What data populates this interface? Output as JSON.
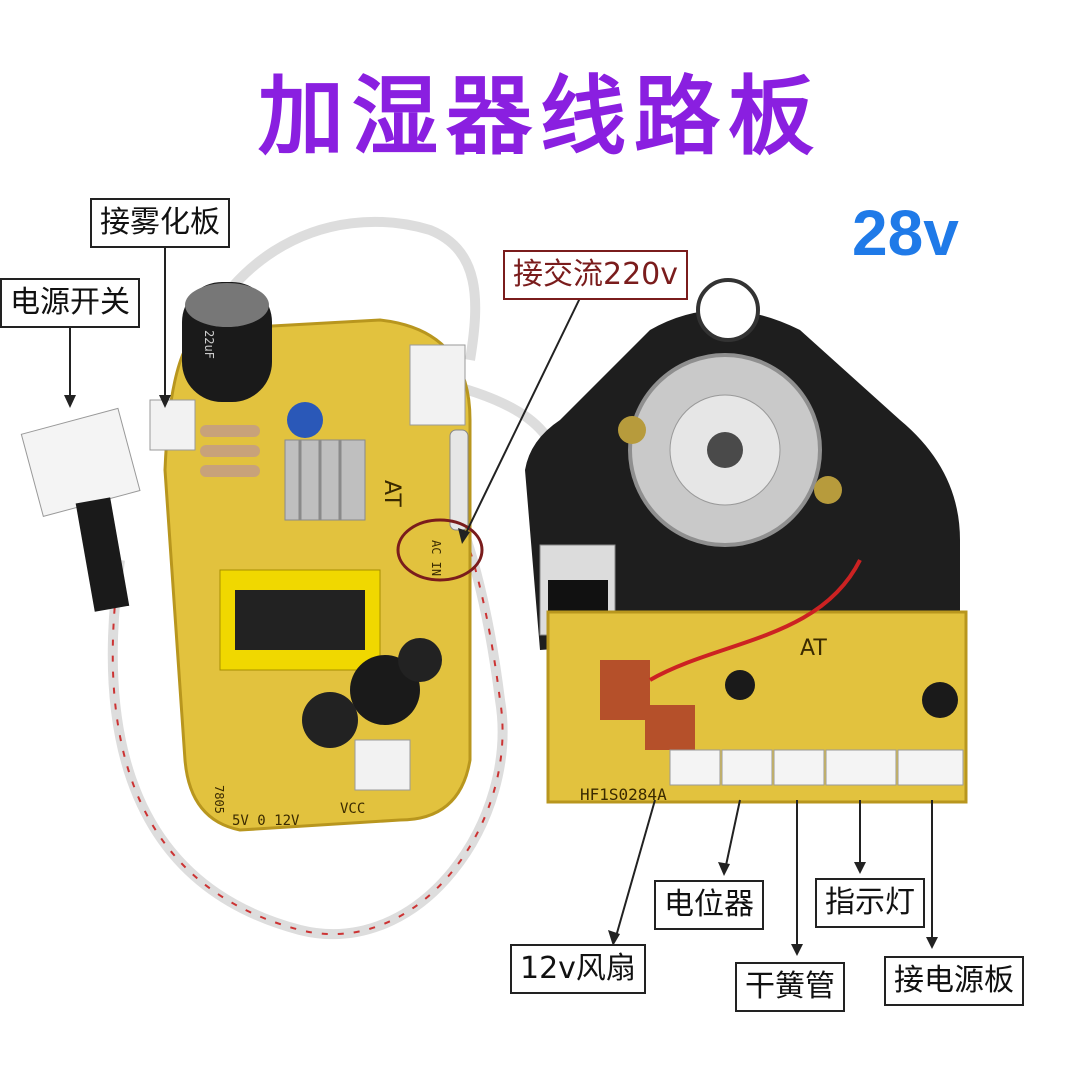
{
  "title": "加湿器线路板",
  "voltage": "28v",
  "labels": {
    "atomizer_board": "接雾化板",
    "power_switch": "电源开关",
    "ac_input": "接交流220v",
    "potentiometer": "电位器",
    "indicator": "指示灯",
    "fan": "12v风扇",
    "reed_switch": "干簧管",
    "power_board": "接电源板"
  },
  "pcb_texts": {
    "board_marker": "AT",
    "model_code": "HF1S0284A",
    "output_row": "5V 0 12V",
    "vcc": "VCC",
    "ac_in": "AC IN",
    "regulator": "7805",
    "cap_label": "22uF"
  },
  "colors": {
    "title": "#8a1fe0",
    "voltage": "#1f7ae8",
    "pcb": "#e2c23e",
    "frame_ac": "#7a1c1c"
  }
}
